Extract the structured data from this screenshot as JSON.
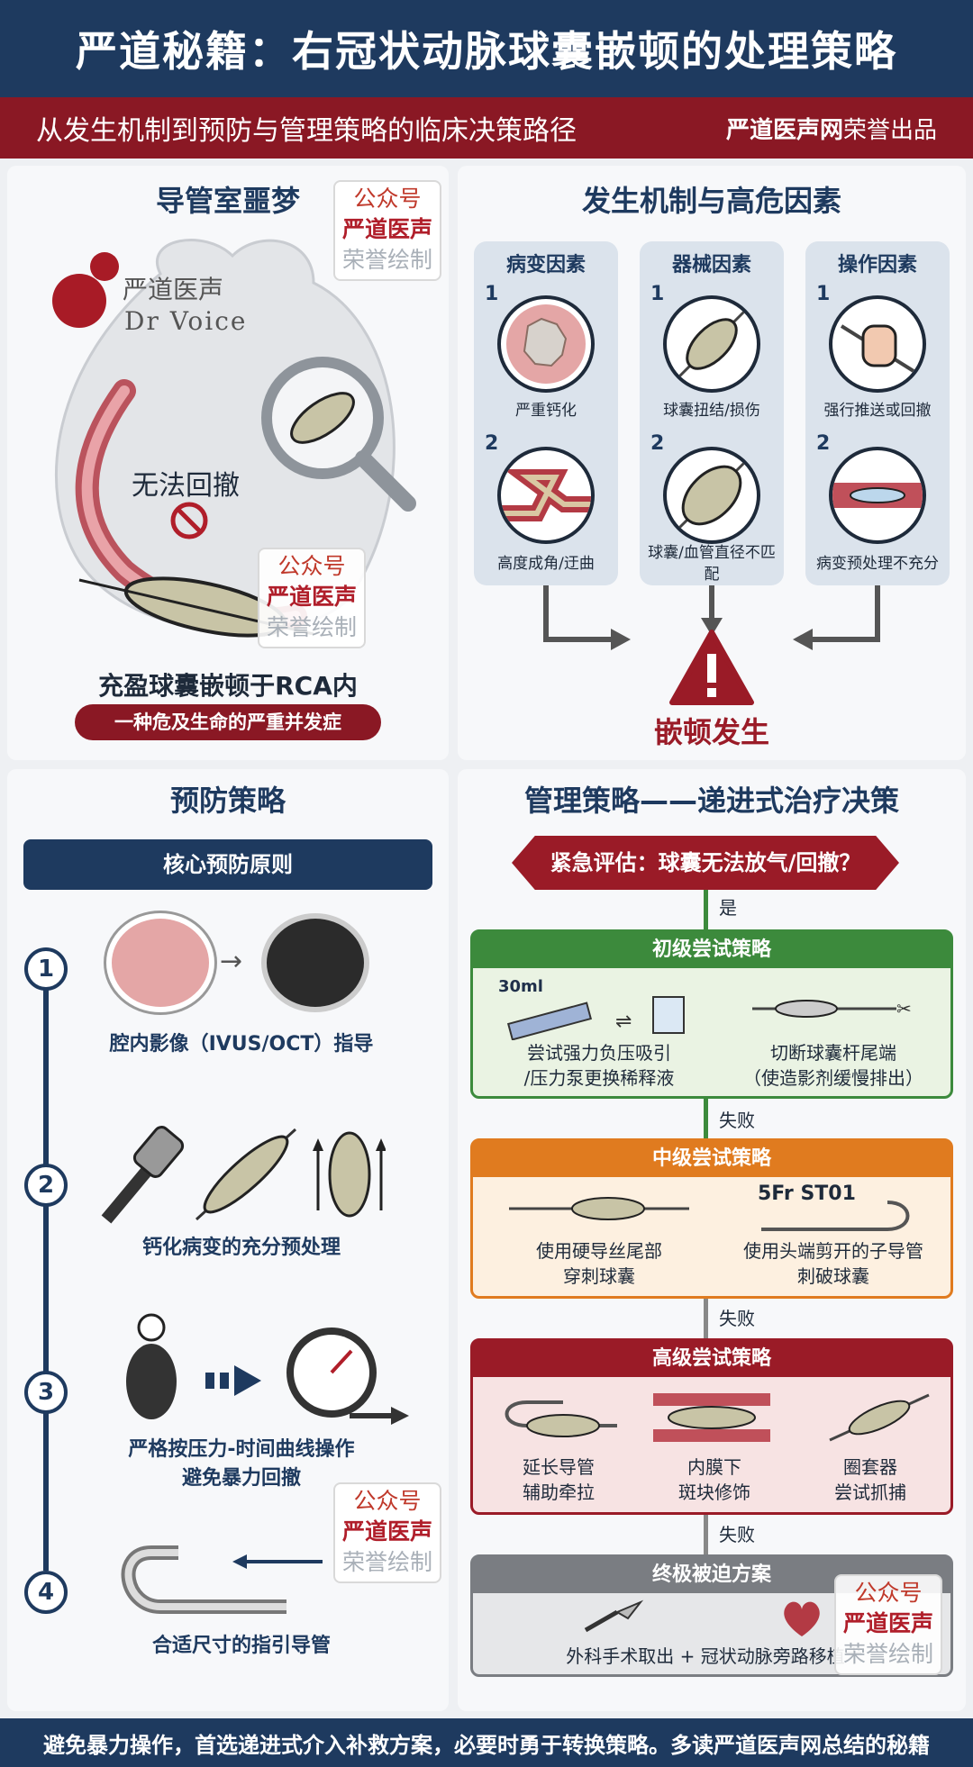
{
  "header": {
    "title": "严道秘籍：右冠状动脉球囊嵌顿的处理策略",
    "subtitle": "从发生机制到预防与管理策略的临床决策路径",
    "credit_brand": "严道医声网",
    "credit_suffix": "荣誉出品"
  },
  "stamp": {
    "line1": "公众号",
    "line2": "严道医声",
    "line3": "荣誉绘制"
  },
  "logo": {
    "cn": "严道医声",
    "en": "Dr Voice"
  },
  "nightmare": {
    "title": "导管室噩梦",
    "no_retract": "无法回撤",
    "caption": "充盈球囊嵌顿于RCA内",
    "badge": "一种危及生命的严重并发症"
  },
  "mechanism": {
    "title": "发生机制与高危因素",
    "columns": [
      {
        "head": "病变因素",
        "items": [
          {
            "num": "1",
            "label": "严重钙化"
          },
          {
            "num": "2",
            "label": "高度成角/迂曲"
          }
        ]
      },
      {
        "head": "器械因素",
        "items": [
          {
            "num": "1",
            "label": "球囊扭结/损伤"
          },
          {
            "num": "2",
            "label": "球囊/血管直径不匹配"
          }
        ]
      },
      {
        "head": "操作因素",
        "items": [
          {
            "num": "1",
            "label": "强行推送或回撤"
          },
          {
            "num": "2",
            "label": "病变预处理不充分"
          }
        ]
      }
    ],
    "result": "嵌顿发生"
  },
  "prevention": {
    "title": "预防策略",
    "core": "核心预防原则",
    "steps": [
      {
        "num": "1",
        "label": "腔内影像（IVUS/OCT）指导"
      },
      {
        "num": "2",
        "label": "钙化病变的充分预处理"
      },
      {
        "num": "3",
        "label": "严格按压力-时间曲线操作\n避免暴力回撤"
      },
      {
        "num": "4",
        "label": "合适尺寸的指引导管"
      }
    ]
  },
  "management": {
    "title": "管理策略——递进式治疗决策",
    "decision": "紧急评估：球囊无法放气/回撤？",
    "yes": "是",
    "fail": "失败",
    "stages": [
      {
        "head": "初级尝试策略",
        "color": "#3c8a3c",
        "bg": "#eaf3e3",
        "items": [
          "尝试强力负压吸引\n/压力泵更换稀释液",
          "切断球囊杆尾端\n（使造影剂缓慢排出）"
        ],
        "syringe_label": "30ml"
      },
      {
        "head": "中级尝试策略",
        "color": "#e07b1f",
        "bg": "#fdf0e0",
        "items": [
          "使用硬导丝尾部\n穿刺球囊",
          "使用头端剪开的子导管\n刺破球囊"
        ],
        "catheter_label": "5Fr ST01"
      },
      {
        "head": "高级尝试策略",
        "color": "#9a1b27",
        "bg": "#f7e3e3",
        "items": [
          "延长导管\n辅助牵拉",
          "内膜下\n斑块修饰",
          "圈套器\n尝试抓捕"
        ]
      },
      {
        "head": "终极被迫方案",
        "color": "#7a7d82",
        "bg": "#e6e7e9",
        "items": [
          "外科手术取出 + 冠状动脉旁路移植术"
        ]
      }
    ]
  },
  "footer": "避免暴力操作，首选递进式介入补救方案，必要时勇于转换策略。多读严道医声网总结的秘籍"
}
